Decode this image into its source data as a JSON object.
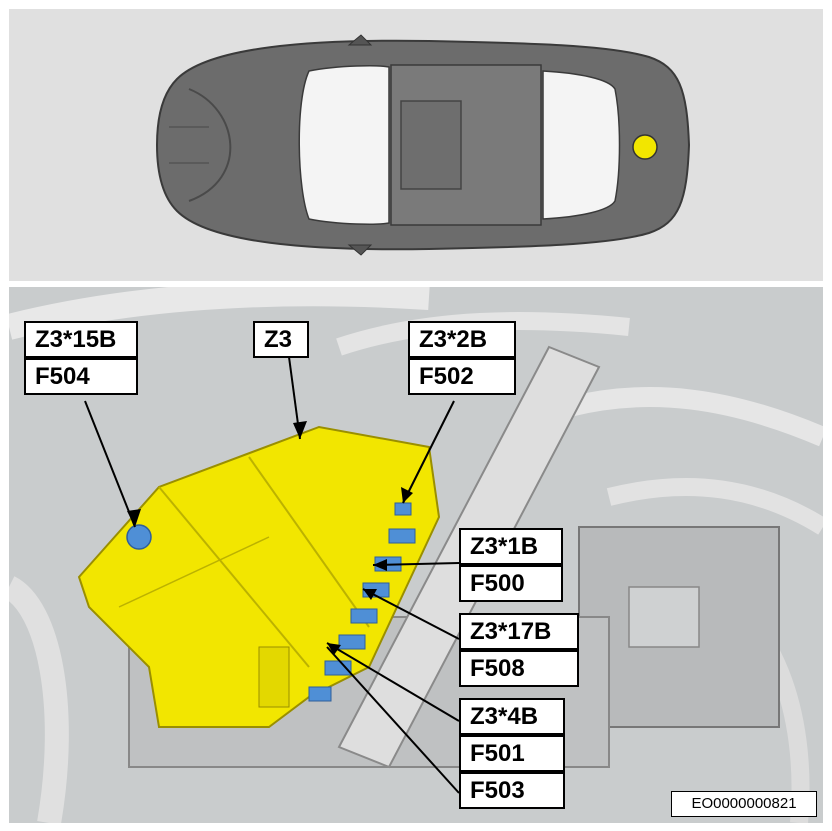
{
  "callouts": {
    "z3_15b": "Z3*15B",
    "f504": "F504",
    "z3": "Z3",
    "z3_2b": "Z3*2B",
    "f502": "F502",
    "z3_1b": "Z3*1B",
    "f500": "F500",
    "z3_17b": "Z3*17B",
    "f508": "F508",
    "z3_4b": "Z3*4B",
    "f501": "F501",
    "f503": "F503"
  },
  "document_code": "EO0000000821",
  "colors": {
    "location_marker": "#f2e600",
    "fuse_box": "#f2e600",
    "fuse_slots": "#4f8fd6",
    "car_body": "#6c6c6c"
  }
}
